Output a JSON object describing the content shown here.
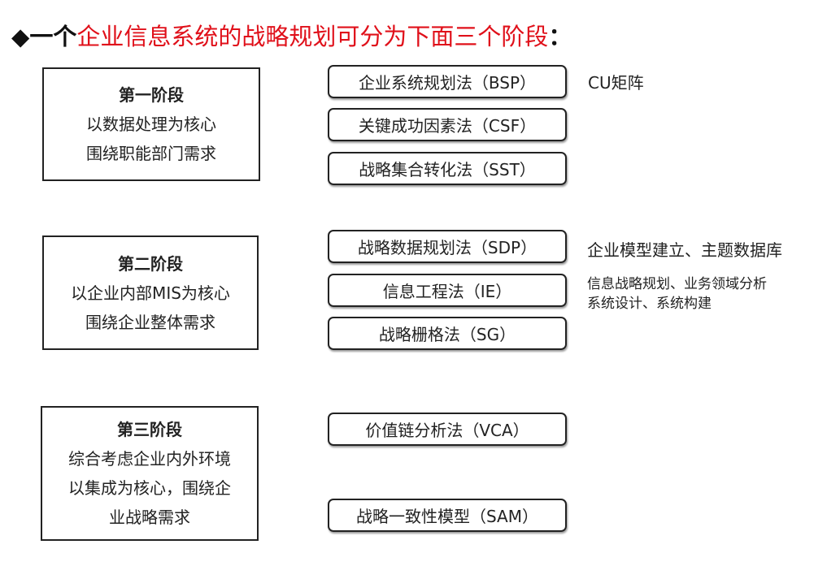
{
  "title": {
    "bullet": "◆",
    "prefix": "一个",
    "highlight": "企业信息系统的战略规划可分为下面三个阶段",
    "suffix": "："
  },
  "stages": [
    {
      "heading": "第一阶段",
      "lines": [
        "以数据处理为核心",
        "围绕职能部门需求"
      ]
    },
    {
      "heading": "第二阶段",
      "lines": [
        "以企业内部MIS为核心",
        "围绕企业整体需求"
      ]
    },
    {
      "heading": "第三阶段",
      "lines": [
        "综合考虑企业内外环境",
        "以集成为核心，围绕企",
        "业战略需求"
      ]
    }
  ],
  "methods": [
    "企业系统规划法（BSP）",
    "关键成功因素法（CSF）",
    "战略集合转化法（SST）",
    "战略数据规划法（SDP）",
    "信息工程法（IE）",
    "战略栅格法（SG）",
    "价值链分析法（VCA）",
    "战略一致性模型（SAM）"
  ],
  "notes": {
    "bsp": "CU矩阵",
    "sdp": "企业模型建立、主题数据库",
    "ie": [
      "信息战略规划、业务领域分析",
      "系统设计、系统构建"
    ]
  },
  "colors": {
    "highlight": "#e0101a"
  }
}
